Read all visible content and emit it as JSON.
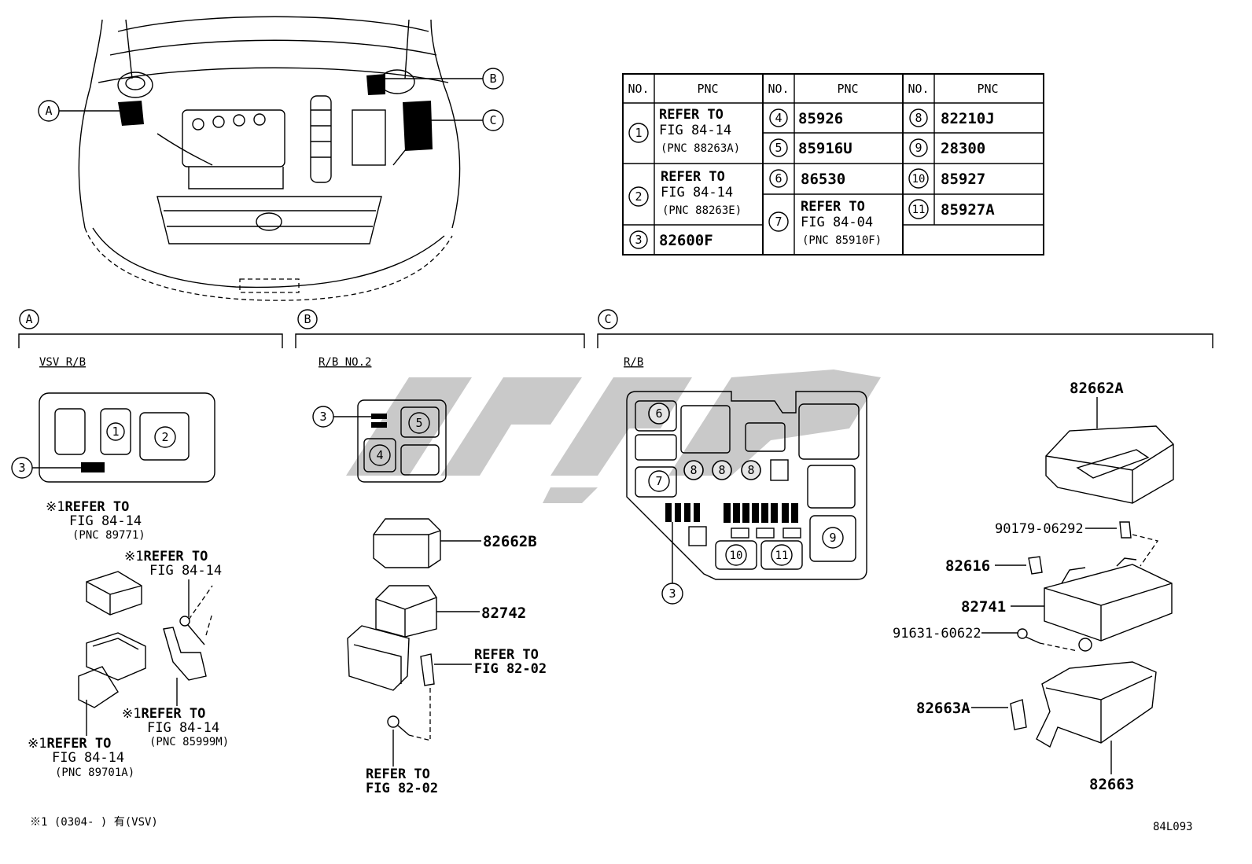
{
  "title": "",
  "diagram_code": "84L093",
  "footnote": "※1 (0304-      ) 有(VSV)",
  "engine_callouts": [
    "A",
    "B",
    "C"
  ],
  "pnc_table": {
    "headers": {
      "no": "NO.",
      "pnc": "PNC"
    },
    "col1": [
      {
        "no": "1",
        "line1": "REFER TO",
        "line2": "FIG 84-14",
        "line3": "(PNC 88263A)"
      },
      {
        "no": "2",
        "line1": "REFER TO",
        "line2": "FIG 84-14",
        "line3": "(PNC 88263E)"
      },
      {
        "no": "3",
        "pnc": "82600F"
      }
    ],
    "col2": [
      {
        "no": "4",
        "pnc": "85926"
      },
      {
        "no": "5",
        "pnc": "85916U"
      },
      {
        "no": "6",
        "pnc": "86530"
      },
      {
        "no": "7",
        "line1": "REFER TO",
        "line2": "FIG 84-04",
        "line3": "(PNC 85910F)"
      }
    ],
    "col3": [
      {
        "no": "8",
        "pnc": "82210J"
      },
      {
        "no": "9",
        "pnc": "28300"
      },
      {
        "no": "10",
        "pnc": "85927"
      },
      {
        "no": "11",
        "pnc": "85927A"
      }
    ]
  },
  "section_a": {
    "letter": "A",
    "title": "VSV R/B",
    "callouts": [
      "1",
      "2",
      "3"
    ],
    "ref1": {
      "mark": "※1",
      "line1": "REFER TO",
      "line2": "FIG 84-14",
      "line3": "(PNC 89771)"
    },
    "ref2": {
      "mark": "※1",
      "line1": "REFER TO",
      "line2": "FIG 84-14"
    },
    "ref3": {
      "mark": "※1",
      "line1": "REFER TO",
      "line2": "FIG 84-14",
      "line3": "(PNC 85999M)"
    },
    "ref4": {
      "mark": "※1",
      "line1": "REFER TO",
      "line2": "FIG 84-14",
      "line3": "(PNC 89701A)"
    }
  },
  "section_b": {
    "letter": "B",
    "title": "R/B NO.2",
    "callouts": [
      "3",
      "5",
      "4"
    ],
    "part_cover": "82662B",
    "part_block": "82742",
    "ref_a": {
      "line1": "REFER TO",
      "line2": "FIG 82-02"
    },
    "ref_b": {
      "line1": "REFER TO",
      "line2": "FIG 82-02"
    }
  },
  "section_c": {
    "letter": "C",
    "title": "R/B",
    "callouts": [
      "6",
      "7",
      "8",
      "8",
      "8",
      "9",
      "10",
      "11",
      "3"
    ],
    "part_cover": "82662A",
    "part_screw": "90179-06292",
    "part_clip": "82616",
    "part_block": "82741",
    "part_bolt": "91631-60622",
    "part_bracket": "82663A",
    "part_lower": "82663"
  },
  "watermark_icon": "brand-logo-watermark"
}
